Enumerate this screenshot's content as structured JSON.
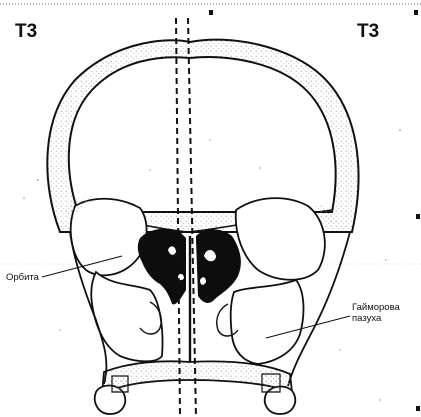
{
  "labels": {
    "t3_left": "T3",
    "t3_right": "T3",
    "orbita": "Орбита",
    "maxillary_sinus_line1": "Гайморова",
    "maxillary_sinus_line2": "пазуха"
  },
  "colors": {
    "ink": "#111111",
    "bone_stipple": "#9a9a9a",
    "sinus_dark": "#0d0d0d",
    "background": "#ffffff"
  }
}
